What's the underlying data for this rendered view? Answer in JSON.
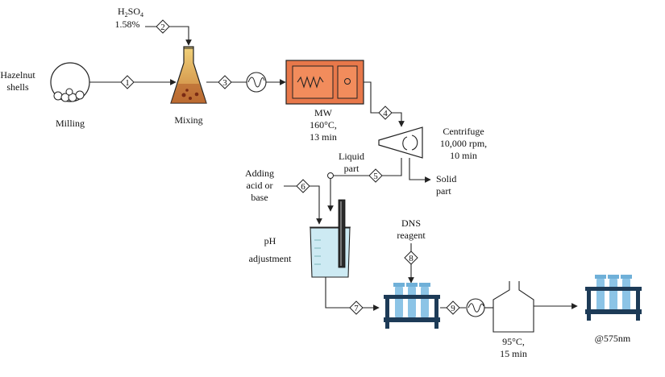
{
  "feed": {
    "line1": "Hazelnut",
    "line2": "shells"
  },
  "acid": {
    "formula_main": "H",
    "formula_sub1": "2",
    "formula_mid": "SO",
    "formula_sub2": "4",
    "concentration": "1.58%"
  },
  "units": {
    "milling": "Milling",
    "mixing": "Mixing",
    "mw": {
      "line1": "MW",
      "line2": "160°C,",
      "line3": "13 min"
    },
    "centrifuge": {
      "line1": "Centrifuge",
      "line2": "10,000 rpm,",
      "line3": "10 min"
    },
    "liquid_part": {
      "line1": "Liquid",
      "line2": "part"
    },
    "solid_part": {
      "line1": "Solid",
      "line2": "part"
    },
    "adding": {
      "line1": "Adding",
      "line2": "acid or",
      "line3": "base"
    },
    "ph": {
      "line1": "pH",
      "line2": "adjustment"
    },
    "dns": {
      "line1": "DNS",
      "line2": "reagent"
    },
    "incubation": {
      "line1": "95°C,",
      "line2": "15 min"
    },
    "measurement": "@575nm"
  },
  "streams": [
    "1",
    "2",
    "3",
    "4",
    "5",
    "6",
    "7",
    "8",
    "9"
  ],
  "colors": {
    "mw_fill": "#e8784a",
    "mw_inner": "#f28c5c",
    "rack": "#1d3b57",
    "tube": "#8cc4e6",
    "liquid": "#cdeaf3",
    "flask_liquid": "#c9803a"
  }
}
